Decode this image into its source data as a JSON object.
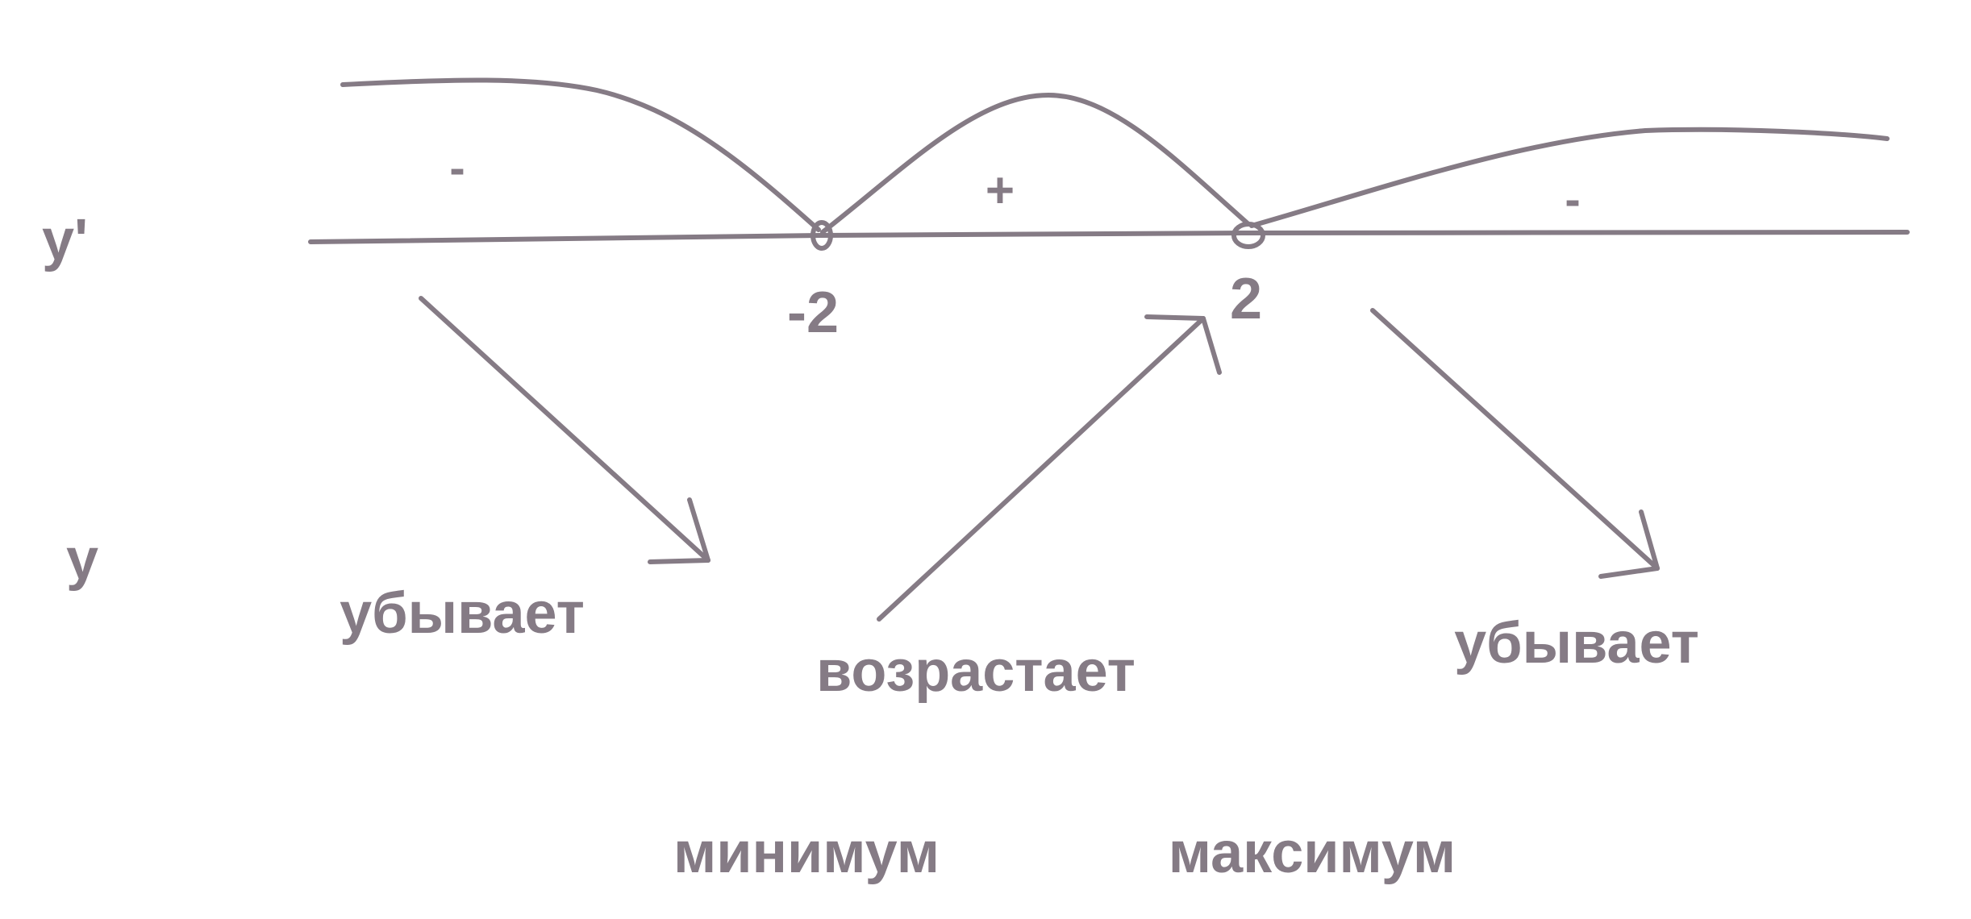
{
  "colors": {
    "ink": "#857b85",
    "background": "#ffffff"
  },
  "rows": {
    "derivative_label": "y'",
    "function_label": "y"
  },
  "critical_points": [
    {
      "label": "-2"
    },
    {
      "label": "2"
    }
  ],
  "intervals": [
    {
      "sign": "-",
      "behavior": "убывает"
    },
    {
      "sign": "+",
      "behavior": "возрастает"
    },
    {
      "sign": "-",
      "behavior": "убывает"
    }
  ],
  "extrema": [
    {
      "label": "минимум"
    },
    {
      "label": "максимум"
    }
  ]
}
